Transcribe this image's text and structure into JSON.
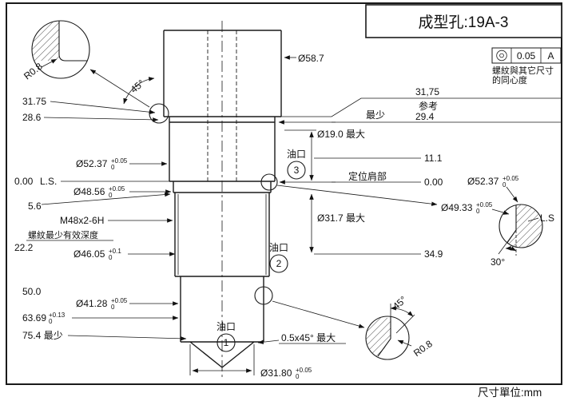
{
  "title_block": {
    "part_title": "成型孔:19A-3"
  },
  "fcf": {
    "tolerance": "0.05",
    "datum": "A",
    "note1": "螺紋與其它尺寸",
    "note2": "的同心度"
  },
  "footer": {
    "units": "尺寸單位:mm"
  },
  "top": {
    "d587": "Ø58.7",
    "angle45": "45°",
    "r08": "R0.8"
  },
  "left": {
    "h3175": "31.75",
    "h286": "28.6",
    "d5237": "Ø52.37",
    "d5237_up": "+0.05",
    "d5237_dn": "0",
    "h000": "0.00",
    "ls": "L.S.",
    "d4856": "Ø48.56",
    "d4856_up": "+0.05",
    "d4856_dn": "0",
    "h56": "5.6",
    "thread": "M48x2-6H",
    "thread_note": "螺紋最少有效深度",
    "h222": "22.2",
    "d4605": "Ø46.05",
    "d4605_up": "+0.1",
    "d4605_dn": "0",
    "h500": "50.0",
    "d4128": "Ø41.28",
    "d4128_up": "+0.05",
    "d4128_dn": "0",
    "h6369": "63.69",
    "h6369_up": "+0.13",
    "h6369_dn": "0",
    "h754": "75.4 最少"
  },
  "right": {
    "r3175": "31,75",
    "ref": "参考",
    "min": "最少",
    "r294": "29.4",
    "d190": "Ø19.0 最大",
    "r111": "11.1",
    "shoulder": "定位肩部",
    "r000": "0.00",
    "d317": "Ø31.7 最大",
    "r349": "34.9"
  },
  "detail_right": {
    "d5237": "Ø52.37",
    "d5237_up": "+0.05",
    "d5237_dn": "0",
    "d4933": "Ø49.33",
    "d4933_up": "+0.05",
    "d4933_dn": "0",
    "ls": "L.S",
    "angle30": "30°"
  },
  "detail_br": {
    "angle45": "45°",
    "r08": "R0.8"
  },
  "bottom": {
    "chamfer": "0.5x45° 最大",
    "d3180": "Ø31.80",
    "d3180_up": "+0.05",
    "d3180_dn": "0"
  },
  "oil": {
    "label": "油口",
    "n1": "1",
    "n2": "2",
    "n3": "3"
  }
}
